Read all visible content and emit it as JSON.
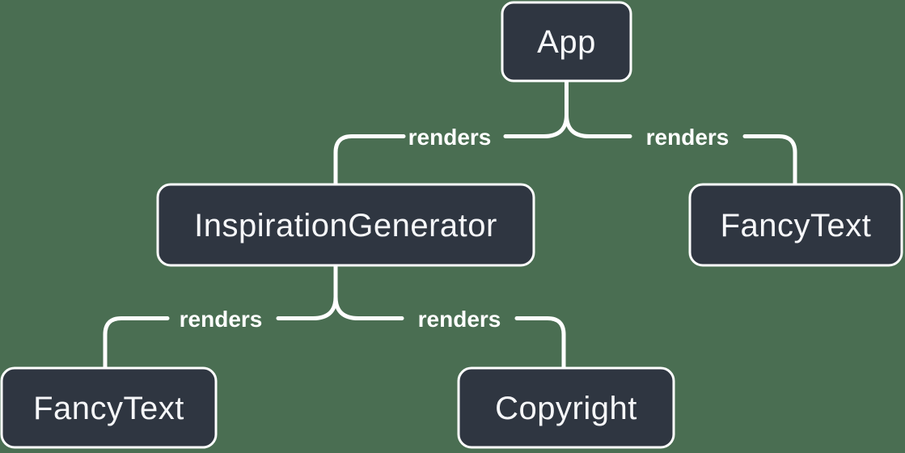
{
  "diagram": {
    "type": "component-render-tree",
    "colors": {
      "background": "#4A6E52",
      "node_fill": "#2F3641",
      "node_border": "#FFFFFF",
      "node_text": "#F6F7F9",
      "connector": "#FFFFFF",
      "edge_label_text": "#FFFFFF"
    },
    "nodes": {
      "app": {
        "label": "App"
      },
      "inspiration_generator": {
        "label": "InspirationGenerator"
      },
      "fancy_text_top": {
        "label": "FancyText"
      },
      "fancy_text_bottom": {
        "label": "FancyText"
      },
      "copyright": {
        "label": "Copyright"
      }
    },
    "edges": {
      "app_to_inspiration_generator": {
        "label": "renders"
      },
      "app_to_fancy_text": {
        "label": "renders"
      },
      "inspiration_generator_to_fancy_text": {
        "label": "renders"
      },
      "inspiration_generator_to_copyright": {
        "label": "renders"
      }
    }
  }
}
